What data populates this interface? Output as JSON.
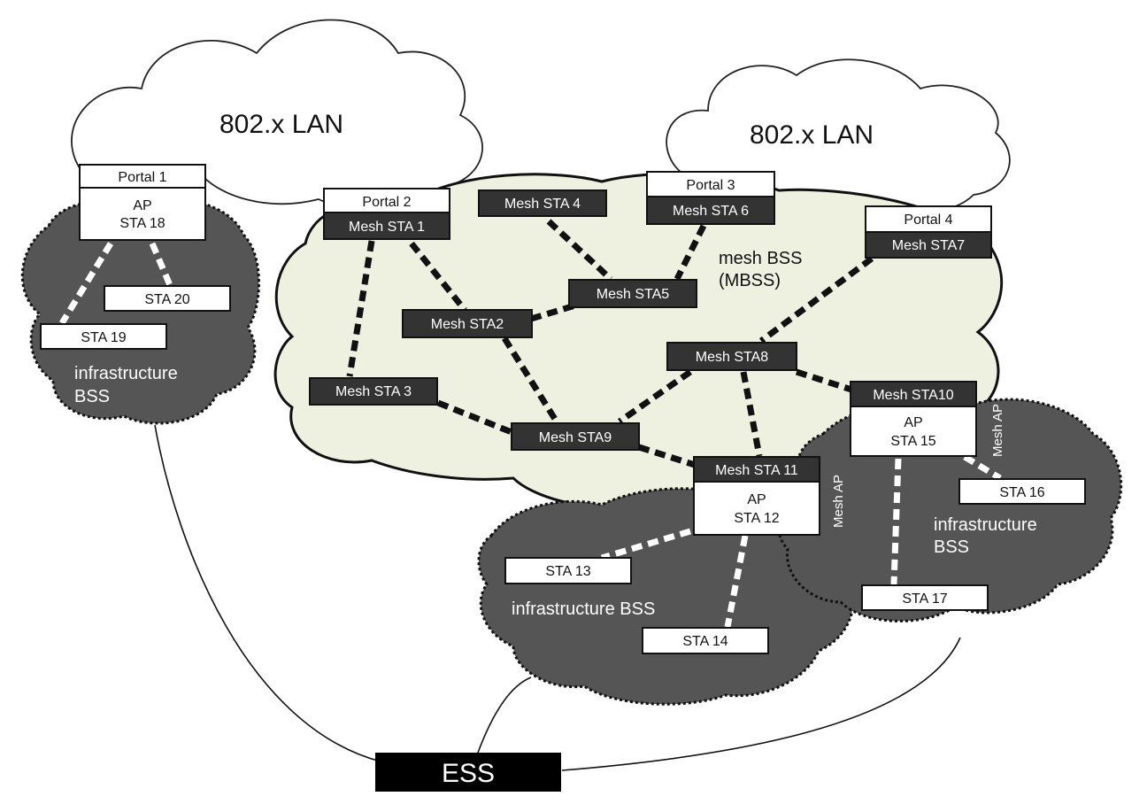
{
  "clouds": {
    "lan_left": "802.x LAN",
    "lan_right": "802.x LAN",
    "mbss_line1": "mesh BSS",
    "mbss_line2": "(MBSS)",
    "bss_left_line1": "infrastructure",
    "bss_left_line2": "BSS",
    "bss_bottom": "infrastructure BSS",
    "bss_right_line1": "infrastructure",
    "bss_right_line2": "BSS"
  },
  "nodes": {
    "portal1": "Portal 1",
    "ap_sta18_line1": "AP",
    "ap_sta18_line2": "STA 18",
    "sta19": "STA 19",
    "sta20": "STA 20",
    "portal2": "Portal 2",
    "mesh1": "Mesh STA 1",
    "mesh2": "Mesh STA2",
    "mesh3": "Mesh STA 3",
    "mesh4": "Mesh STA 4",
    "portal3": "Portal 3",
    "mesh6": "Mesh STA 6",
    "mesh5": "Mesh STA5",
    "portal4": "Portal 4",
    "mesh7": "Mesh STA7",
    "mesh8": "Mesh STA8",
    "mesh9": "Mesh STA9",
    "mesh10": "Mesh STA10",
    "ap_sta15_line1": "AP",
    "ap_sta15_line2": "STA 15",
    "mesh_ap_right": "Mesh AP",
    "sta16": "STA 16",
    "sta17": "STA 17",
    "mesh11": "Mesh STA 11",
    "ap_sta12_line1": "AP",
    "ap_sta12_line2": "STA 12",
    "mesh_ap_left": "Mesh AP",
    "sta13": "STA 13",
    "sta14": "STA 14",
    "ess": "ESS"
  },
  "colors": {
    "bss_fill": "#555555",
    "mbss_fill": "#eef0e0",
    "dark_box": "#333333",
    "ess_fill": "#000000"
  }
}
